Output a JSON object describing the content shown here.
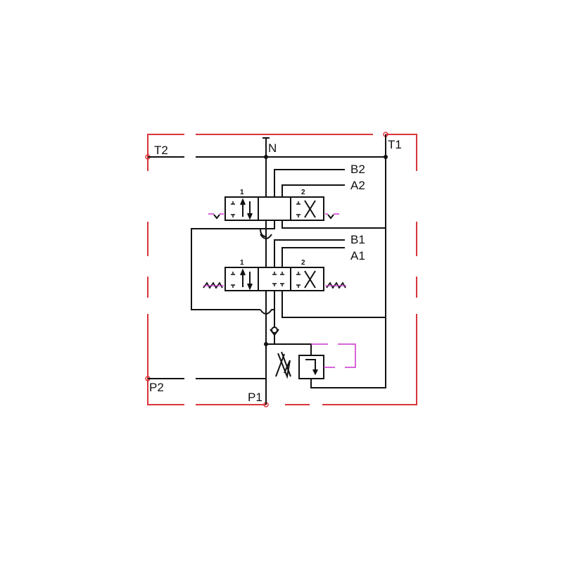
{
  "diagram": {
    "type": "hydraulic-schematic",
    "description": "Two-section monoblock directional control valve with relief valve",
    "colors": {
      "line": "#111111",
      "boundary": "#d9343a",
      "pilot": "#cc33cc"
    },
    "ports": {
      "T2": "T2",
      "N": "N",
      "T1": "T1",
      "B2": "B2",
      "A2": "A2",
      "B1": "B1",
      "A1": "A1",
      "P2": "P2",
      "P1": "P1"
    },
    "sections": [
      {
        "name": "section-2-upper",
        "position_labels": [
          "1",
          "2"
        ],
        "spring": "detent"
      },
      {
        "name": "section-1-lower",
        "position_labels": [
          "1",
          "2"
        ],
        "spring": "spring-return"
      }
    ],
    "relief_valve": {
      "type": "pressure-relief",
      "adjustable": true
    },
    "check_valve": {
      "type": "check"
    }
  }
}
